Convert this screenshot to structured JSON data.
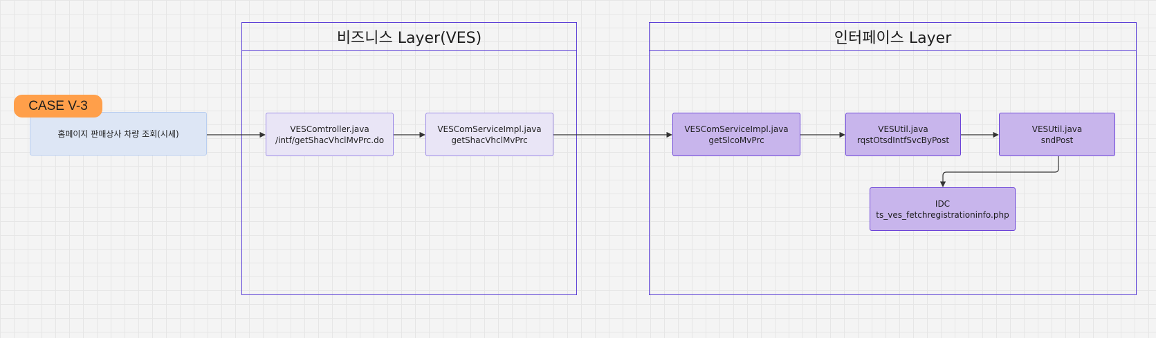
{
  "case_badge": "CASE V-3",
  "start_node": {
    "label": "홈페이지 판매상사 차량 조회(시세)"
  },
  "layers": {
    "business": {
      "title": "비즈니스 Layer(VES)"
    },
    "interface": {
      "title": "인터페이스 Layer"
    }
  },
  "nodes": {
    "ves_controller": {
      "line1": "VESComtroller.java",
      "line2": "/intf/getShacVhclMvPrc.do"
    },
    "ves_com_service_impl_biz": {
      "line1": "VESComServiceImpl.java",
      "line2": "getShacVhclMvPrc"
    },
    "ves_com_service_impl_intf": {
      "line1": "VESComServiceImpl.java",
      "line2": "getSlcoMvPrc"
    },
    "ves_util_rqst": {
      "line1": "VESUtil.java",
      "line2": "rqstOtsdIntfSvcByPost"
    },
    "ves_util_snd": {
      "line1": "VESUtil.java",
      "line2": "sndPost"
    },
    "idc": {
      "line1": "IDC",
      "line2": "ts_ves_fetchregistrationinfo.php"
    }
  },
  "colors": {
    "frame_border": "#5b3fd6",
    "node_light": "#e9e5f6",
    "node_dark": "#c8b5ec",
    "start_node": "#dde6f5",
    "badge": "#ff9f4a",
    "edge": "#333333"
  }
}
